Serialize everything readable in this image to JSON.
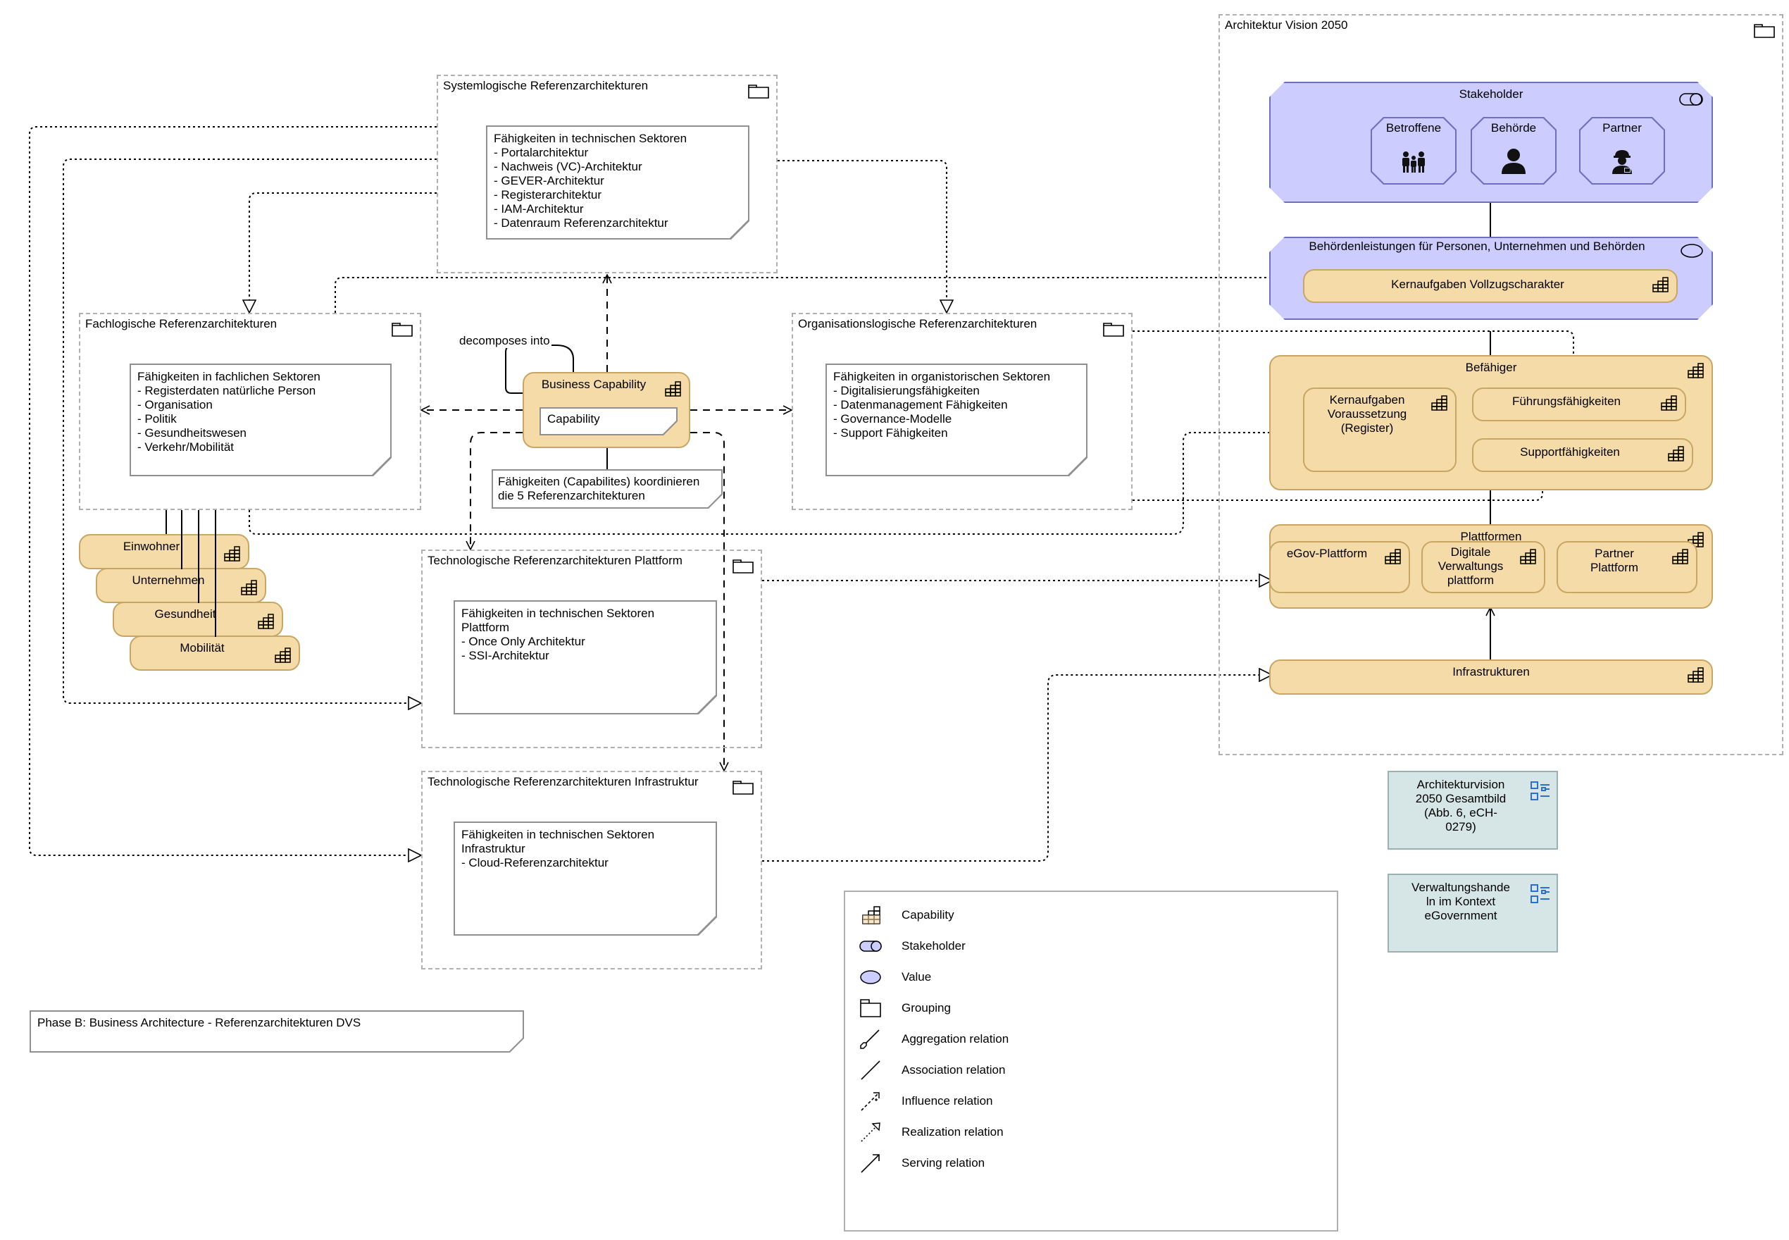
{
  "colors": {
    "capability_fill": "#f5dba7",
    "capability_border": "#c8a764",
    "stakeholder_fill": "#ccccff",
    "stakeholder_border": "#6f6fc2",
    "reference_fill": "#d6e6e6",
    "group_border": "#b0b0b0",
    "icon_blue": "#2a6fd6"
  },
  "vision": {
    "title": "Architektur Vision 2050",
    "stakeholder": {
      "title": "Stakeholder",
      "icon": "stakeholder-icon",
      "members": [
        {
          "label": "Betroffene",
          "icon": "family-icon"
        },
        {
          "label": "Behörde",
          "icon": "person-icon"
        },
        {
          "label": "Partner",
          "icon": "worker-icon"
        }
      ]
    },
    "services": {
      "title": "Behördenleistungen für Personen, Unternehmen und Behörden",
      "icon": "value-icon",
      "core": "Kernaufgaben Vollzugscharakter"
    },
    "enablers": {
      "title": "Befähiger",
      "prerequisites": "Kernaufgaben\nVoraussetzung\n(Register)",
      "leadership": "Führungsfähigkeiten",
      "support": "Supportfähigkeiten"
    },
    "platforms": {
      "title": "Plattformen",
      "egov": "eGov-Plattform",
      "digital": "Digitale\nVerwaltungs\nplattform",
      "partner": "Partner\nPlattform"
    },
    "infrastructure": "Infrastrukturen"
  },
  "groups": {
    "system": {
      "title": "Systemlogische Referenzarchitekturen",
      "note": "Fähigkeiten in technischen Sektoren\n- Portalarchitektur\n- Nachweis (VC)-Architektur\n- GEVER-Architektur\n- Registerarchitektur\n- IAM-Architektur\n- Datenraum Referenzarchitektur"
    },
    "business": {
      "title": "Fachlogische Referenzarchitekturen",
      "note": "Fähigkeiten in fachlichen Sektoren\n- Registerdaten natürliche Person\n- Organisation\n- Politik\n- Gesundheitswesen\n- Verkehr/Mobilität"
    },
    "organisation": {
      "title": "Organisationslogische Referenzarchitekturen",
      "note": "Fähigkeiten in organistorischen Sektoren\n- Digitalisierungsfähigkeiten\n- Datenmanagement Fähigkeiten\n- Governance-Modelle\n- Support Fähigkeiten"
    },
    "platform": {
      "title": "Technologische Referenzarchitekturen Plattform",
      "note": "Fähigkeiten in technischen Sektoren\nPlattform\n- Once Only Architektur\n- SSI-Architektur"
    },
    "infrastructure": {
      "title": "Technologische Referenzarchitekturen Infrastruktur",
      "note": "Fähigkeiten in technischen Sektoren\nInfrastruktur\n- Cloud-Referenzarchitektur"
    }
  },
  "center": {
    "decomposes": "decomposes into",
    "business_capability": "Business Capability",
    "capability_note": "Capability",
    "coordination_note": "Fähigkeiten (Capabilites) koordinieren\ndie 5 Referenzarchitekturen"
  },
  "sectors": [
    "Einwohner",
    "Unternehmen",
    "Gesundheit",
    "Mobilität"
  ],
  "legend": {
    "items": [
      {
        "label": "Capability",
        "icon": "capability-icon"
      },
      {
        "label": "Stakeholder",
        "icon": "stakeholder-icon"
      },
      {
        "label": "Value",
        "icon": "value-icon"
      },
      {
        "label": "Grouping",
        "icon": "grouping-icon"
      },
      {
        "label": "Aggregation relation",
        "icon": "aggregation-icon"
      },
      {
        "label": "Association relation",
        "icon": "association-icon"
      },
      {
        "label": "Influence relation",
        "icon": "influence-icon"
      },
      {
        "label": "Realization relation",
        "icon": "realization-icon"
      },
      {
        "label": "Serving relation",
        "icon": "serving-icon"
      }
    ]
  },
  "references": [
    {
      "text": "Architekturvision\n2050 Gesamtbild\n(Abb. 6, eCH-\n0279)",
      "icon": "diagram-reference-icon"
    },
    {
      "text": "Verwaltungshande\nln im Kontext\neGovernment",
      "icon": "diagram-reference-icon"
    }
  ],
  "footer_note": "Phase B: Business Architecture - Referenzarchitekturen DVS"
}
